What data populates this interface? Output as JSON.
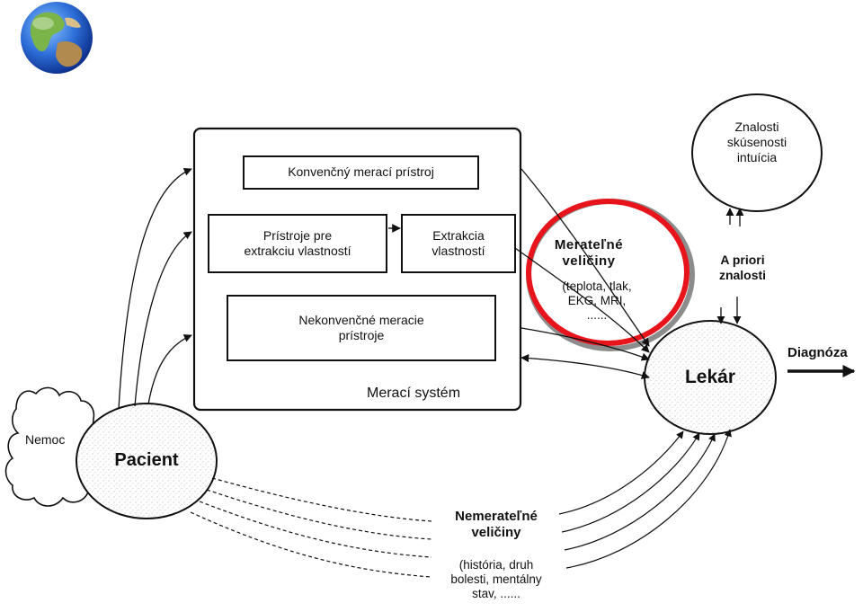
{
  "measurement_system": {
    "caption": "Merací systém",
    "conventional_instrument": "Konvenčný merací prístroj",
    "feature_instruments": "Prístroje pre\nextrakciu vlastností",
    "feature_extraction": "Extrakcia\nvlastností",
    "unconventional_instruments": "Nekonvenčné meracie\nprístroje"
  },
  "measurable_quantities": {
    "title": "Merateľné\nveličiny",
    "examples": "(teplota, tlak,\nEKG, MRI,\n......"
  },
  "knowledge": "Znalosti\nskúsenosti\nintuícia",
  "a_priori": "A priori\nznalosti",
  "doctor": "Lekár",
  "diagnosis": "Diagnóza",
  "patient": "Pacient",
  "disease": "Nemoc",
  "unmeasurable_quantities": {
    "title": "Nemerateľné\nveličiny",
    "examples": "(história, druh\nbolesti, mentálny\nstav, ......"
  },
  "colors": {
    "highlight_ring": "#e8141c",
    "ring_shadow": "#8c8c8c",
    "line": "#111111"
  },
  "icons": {
    "logo": "globe-icon"
  }
}
